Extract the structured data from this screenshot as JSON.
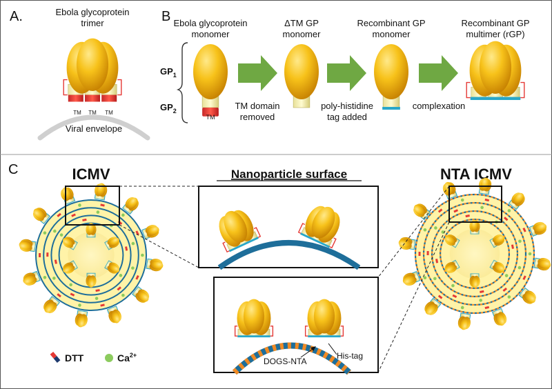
{
  "panelA": {
    "letter": "A.",
    "title_line1": "Ebola glycoprotein",
    "title_line2": "trimer",
    "tm_label": "TM",
    "envelope_label": "Viral envelope"
  },
  "panelB": {
    "letter": "B",
    "gp1": "GP",
    "gp1_sub": "1",
    "gp2": "GP",
    "gp2_sub": "2",
    "steps": [
      {
        "line1": "Ebola glycoprotein",
        "line2": "monomer"
      },
      {
        "line1": "ΔTM GP",
        "line2": "monomer"
      },
      {
        "line1": "Recombinant GP",
        "line2": "monomer"
      },
      {
        "line1": "Recombinant GP",
        "line2": "multimer (rGP)"
      }
    ],
    "tm_label": "TM",
    "arrow_labels": [
      {
        "line1": "TM domain",
        "line2": "removed"
      },
      {
        "line1": "poly-histidine",
        "line2": "tag added"
      },
      {
        "line1": "complexation",
        "line2": ""
      }
    ]
  },
  "panelC": {
    "letter": "C",
    "left_title": "ICMV",
    "center_title": "Nanoparticle surface",
    "right_title": "NTA ICMV",
    "legend_dtt": "DTT",
    "legend_ca": "Ca",
    "legend_ca_sup": "2+",
    "dogs_label": "DOGS-NTA",
    "his_label": "His-tag"
  },
  "colors": {
    "gp_gold": "#F2B100",
    "tm_red": "#E53935",
    "arrow_green": "#6FA843",
    "teal_tag": "#29A7C9",
    "membrane_blue": "#1E6E9A",
    "nta_orange": "#F08A24",
    "ca_green": "#8CCB5E",
    "core_yellow": "#FFF3A8"
  }
}
